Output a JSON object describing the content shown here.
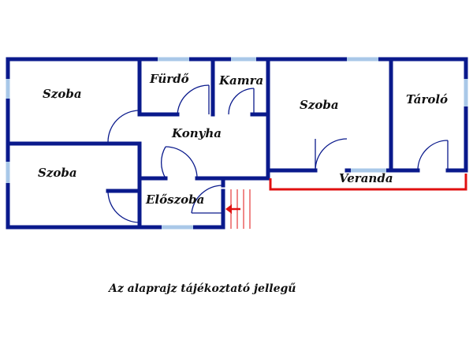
{
  "rooms": {
    "szoba_1": "Szoba",
    "furdo": "Fürdő",
    "kamra": "Kamra",
    "szoba_2": "Szoba",
    "tarolo": "Tároló",
    "konyha": "Konyha",
    "szoba_3": "Szoba",
    "veranda": "Veranda",
    "eloszoba": "Előszoba"
  },
  "caption": "Az alaprajz tájékoztató jellegű",
  "colors": {
    "wall": "#0a1a8c",
    "window": "#a9c8e8",
    "veranda_edge": "#e01010",
    "entrance_arrow": "#e01010"
  },
  "icons": [
    "entrance-arrow-icon",
    "stairs-icon",
    "door-swing-icon"
  ]
}
